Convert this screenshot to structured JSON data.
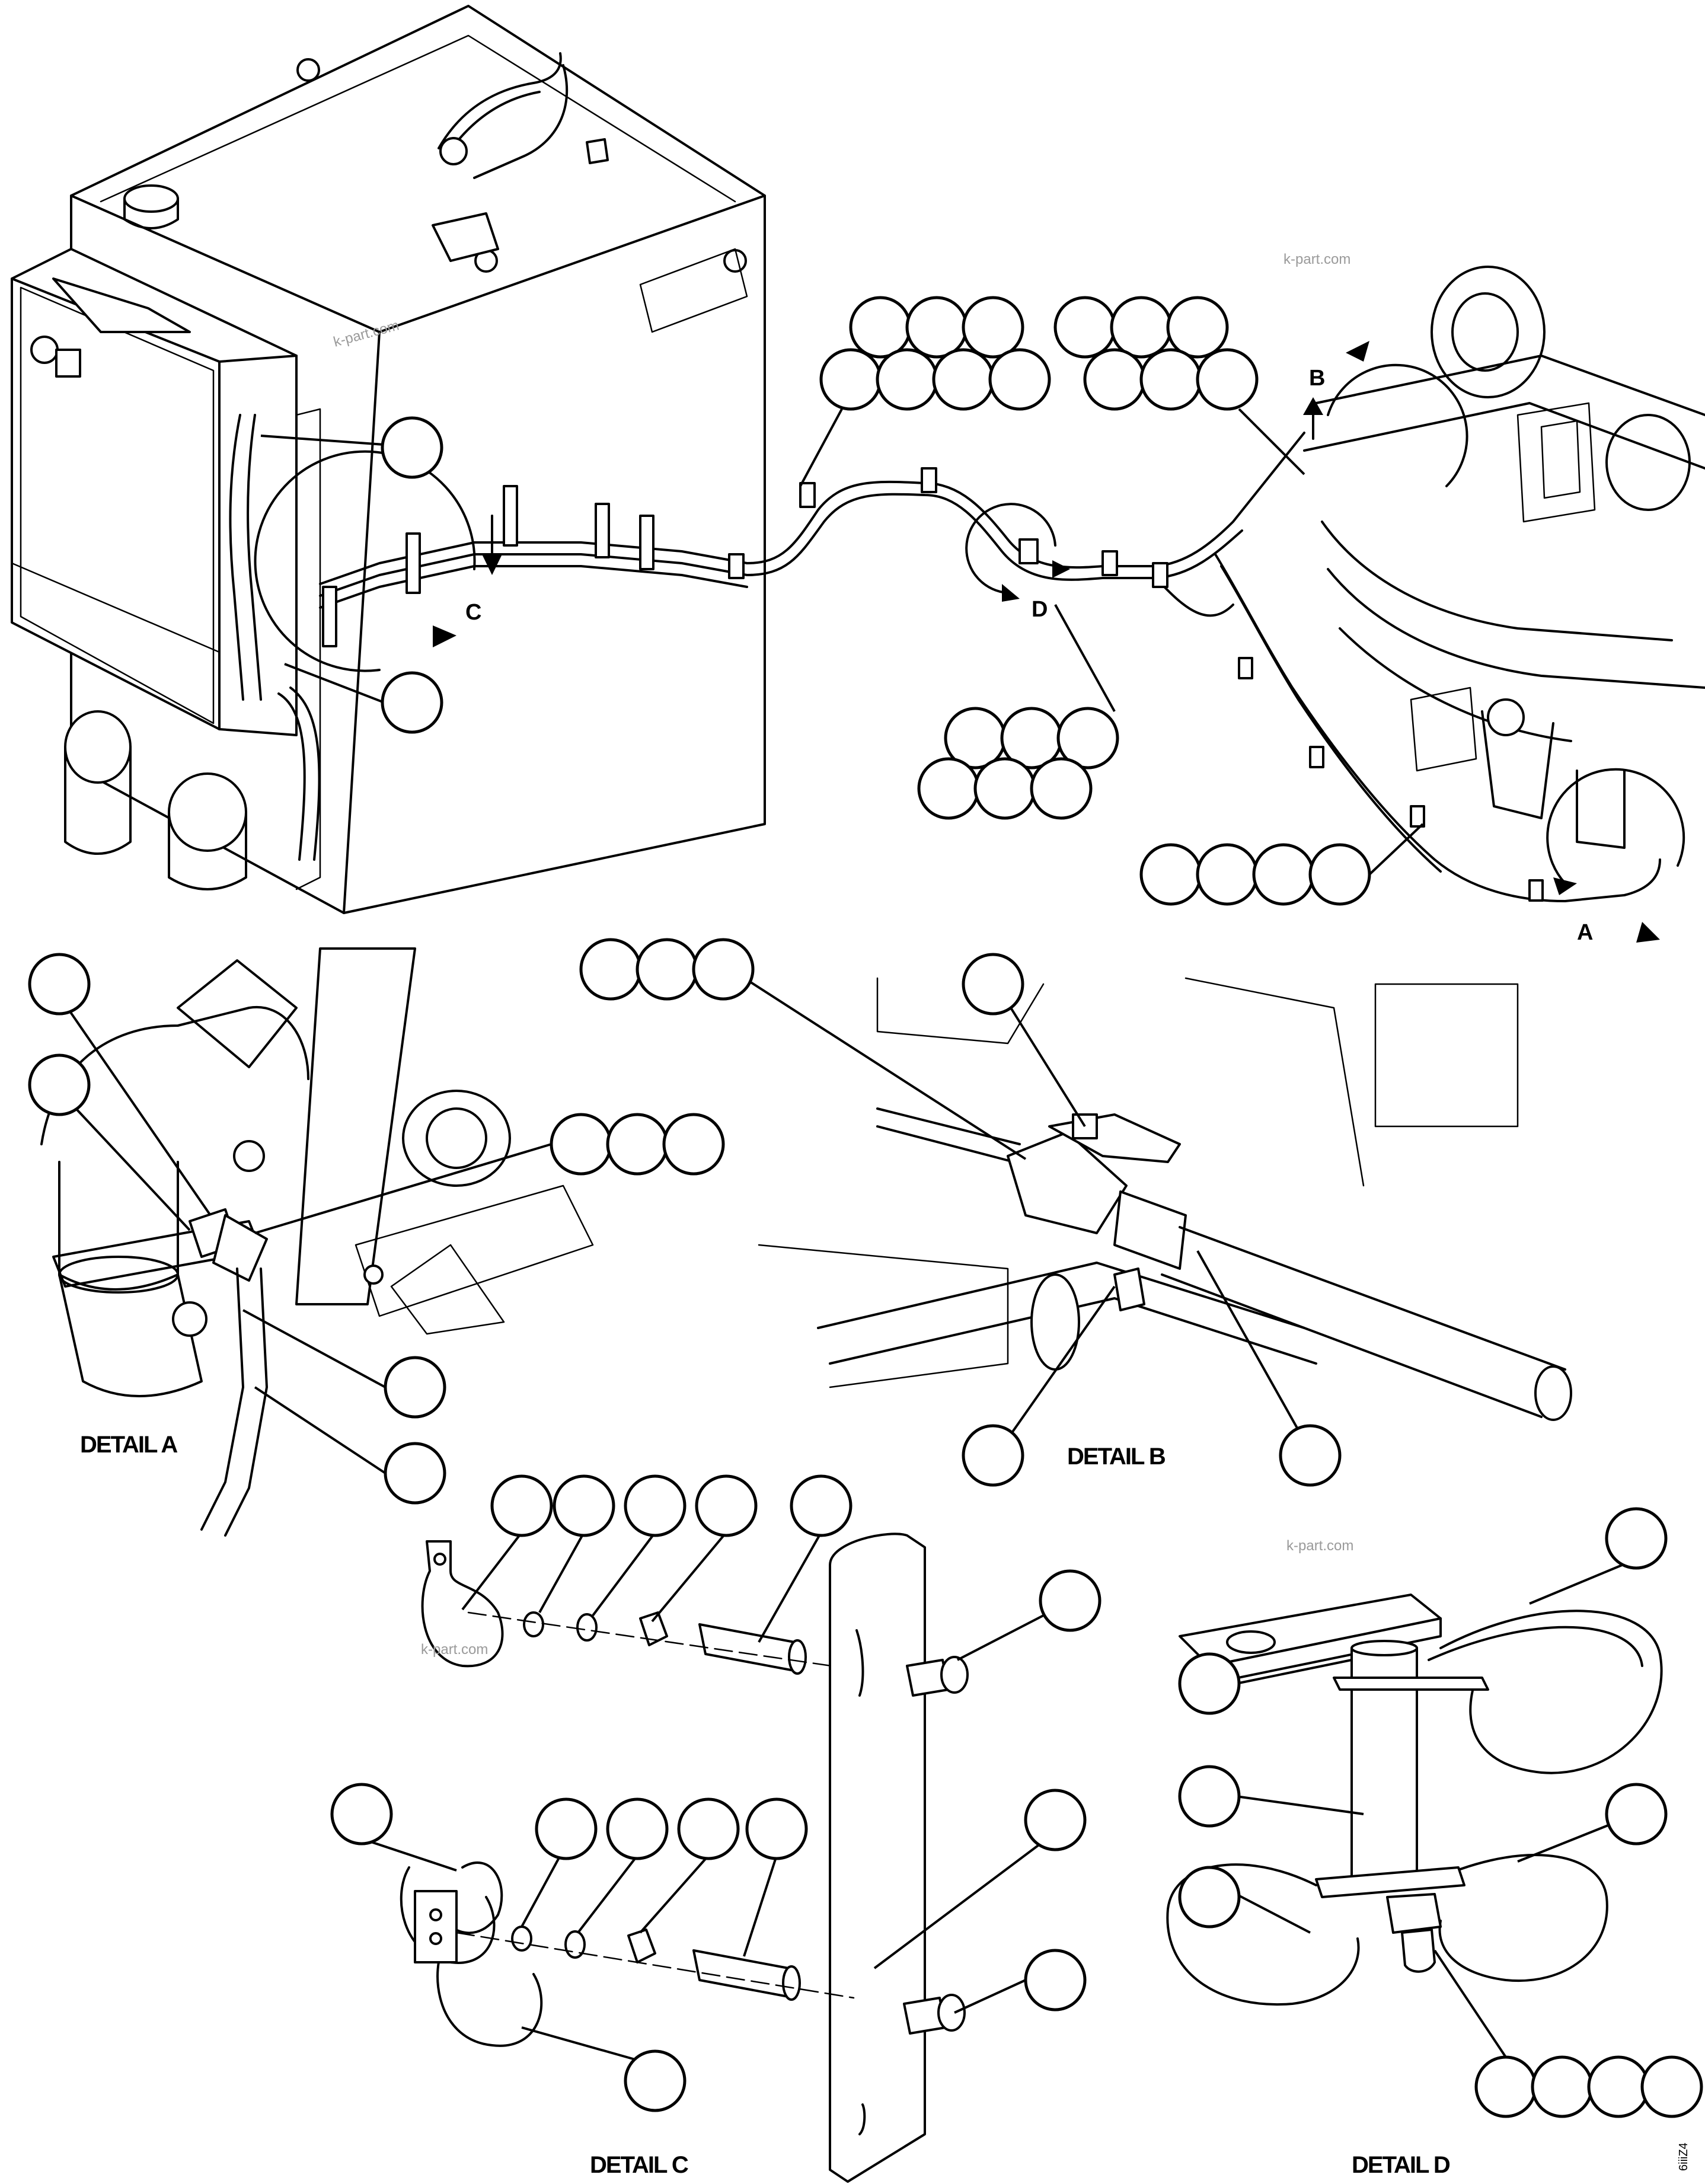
{
  "detail_captions": {
    "a": "DETAIL A",
    "b": "DETAIL B",
    "c": "DETAIL C",
    "d": "DETAIL D"
  },
  "view_letters": {
    "a": "A",
    "b": "B",
    "c": "C",
    "d": "D"
  },
  "watermark": "k-part.com",
  "drawing_code": "6iiiZ4",
  "colors": {
    "line": "#000000",
    "background": "#ffffff",
    "watermark": "#9a9a9a"
  }
}
